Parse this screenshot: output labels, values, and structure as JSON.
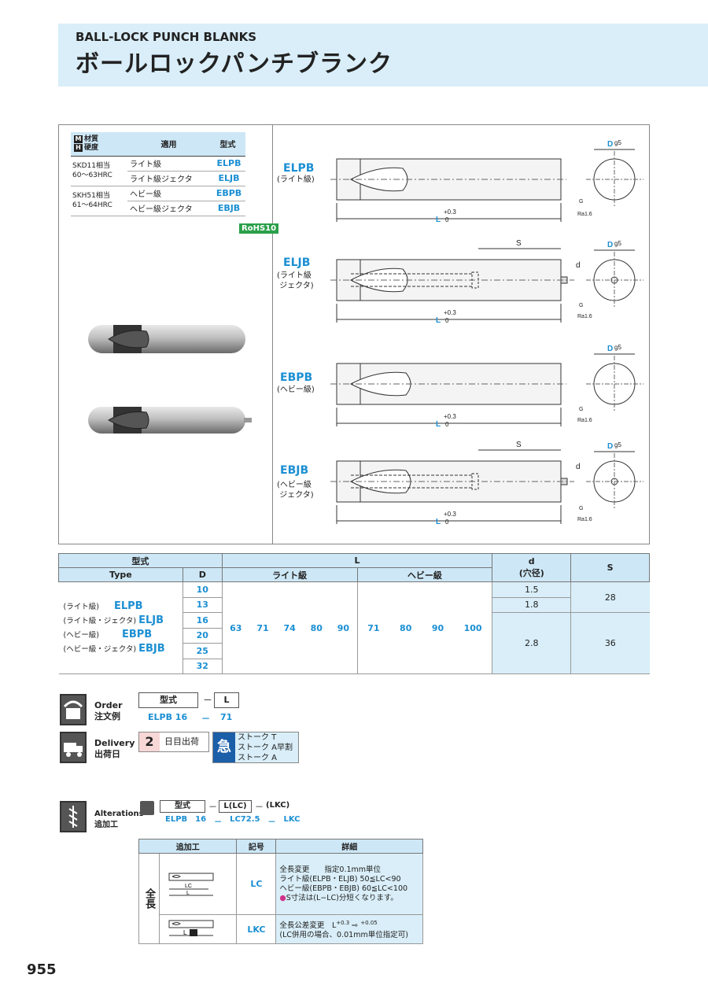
{
  "header": {
    "title_en": "BALL-LOCK PUNCH BLANKS",
    "title_ja": "ボールロックパンチブランク"
  },
  "material_table": {
    "headers": {
      "material_m": "材質",
      "material_h": "硬度",
      "use": "適用",
      "type": "型式"
    },
    "badge_m": "M",
    "badge_h": "H",
    "rows": [
      {
        "material": "SKD11相当",
        "hardness": "60～63HRC",
        "use": "ライト級",
        "type": "ELPB"
      },
      {
        "use": "ライト級ジェクタ",
        "type": "ELJB"
      },
      {
        "material": "SKH51相当",
        "hardness": "61～64HRC",
        "use": "ヘビー級",
        "type": "EBPB"
      },
      {
        "use": "ヘビー級ジェクタ",
        "type": "EBJB"
      }
    ],
    "rohs": "RoHS10"
  },
  "diagrams": [
    {
      "code": "ELPB",
      "sub": "(ライト級)"
    },
    {
      "code": "ELJB",
      "sub1": "ライト級",
      "sub2": "ジェクタ"
    },
    {
      "code": "EBPB",
      "sub": "(ヘビー級)"
    },
    {
      "code": "EBJB",
      "sub1": "ヘビー級",
      "sub2": "ジェクタ"
    }
  ],
  "dim": {
    "D": "D",
    "g5": "g5",
    "S": "S",
    "d": "d",
    "L": "L",
    "tol_up": "+0.3",
    "tol_lo": "0",
    "G": "G",
    "Ra": "Ra1.6"
  },
  "spec_table": {
    "h_type_ja": "型式",
    "h_type_en": "Type",
    "h_D": "D",
    "h_L": "L",
    "h_light": "ライト級",
    "h_heavy": "ヘビー級",
    "h_d": "d",
    "h_d_sub": "(穴径)",
    "h_S": "S",
    "types": [
      {
        "label": "(ライト級)",
        "code": "ELPB"
      },
      {
        "label": "(ライト級・ジェクタ)",
        "code": "ELJB"
      },
      {
        "label": "(ヘビー級)",
        "code": "EBPB"
      },
      {
        "label": "(ヘビー級・ジェクタ)",
        "code": "EBJB"
      }
    ],
    "D_values": [
      "10",
      "13",
      "16",
      "20",
      "25",
      "32"
    ],
    "L_light": [
      "63",
      "71",
      "74",
      "80",
      "90"
    ],
    "L_heavy": [
      "71",
      "80",
      "90",
      "100"
    ],
    "d_values": [
      "1.5",
      "1.8",
      "2.8"
    ],
    "S_values": [
      "28",
      "36"
    ]
  },
  "order": {
    "label_en": "Order",
    "label_ja": "注文例",
    "box_type": "型式",
    "dash": "－",
    "box_L": "L",
    "ex_type": "ELPB 16",
    "ex_L": "71"
  },
  "delivery": {
    "label_en": "Delivery",
    "label_ja": "出荷日",
    "days": "2",
    "days_text": "日目出荷",
    "kyu": "急",
    "stroke1": "ストーク T",
    "stroke2": "ストーク A早割",
    "stroke3": "ストーク A"
  },
  "alterations": {
    "label_en": "Alterations",
    "label_ja": "追加工",
    "box_type": "型式",
    "box_lc": "L(LC)",
    "lkc": "(LKC)",
    "dash": "－",
    "ex_type": "ELPB",
    "ex_d": "16",
    "ex_lc": "LC72.5",
    "ex_lkc": "LKC",
    "h_alt": "追加工",
    "h_code": "記号",
    "h_detail": "詳細",
    "side_label": "全長",
    "lc_code": "LC",
    "lkc_code": "LKC",
    "lc_d1": "全長変更　　指定0.1mm単位",
    "lc_d2": "ライト級(ELPB・ELJB)  50≦LC<90",
    "lc_d3": "ヘビー級(EBPB・EBJB)  60≦LC<100",
    "lc_d4": "S寸法は(L−LC)分短くなります。",
    "lkc_d1": "全長公差変更",
    "lkc_d2": "(LC併用の場合、0.01mm単位指定可)",
    "tol_a_up": "+0.3",
    "tol_a_lo": "0",
    "tol_b_up": "+0.05",
    "tol_b_lo": "0",
    "arrow": "⇨"
  },
  "page_number": "955"
}
